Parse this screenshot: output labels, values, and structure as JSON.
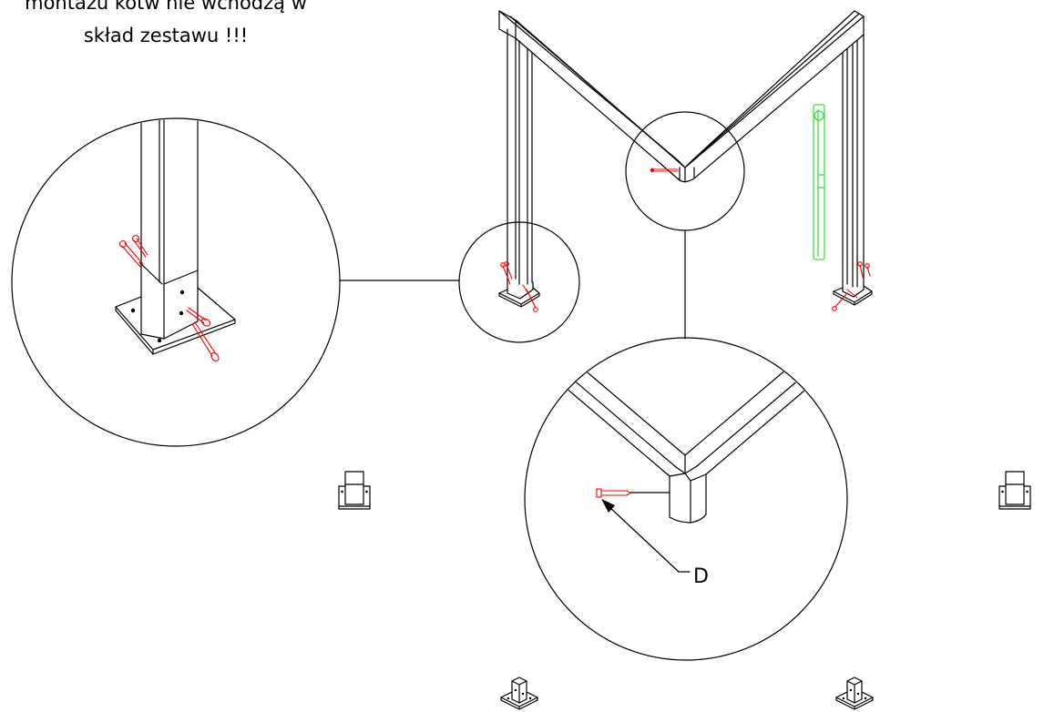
{
  "note": {
    "line1": "montażu kotw nie wchodzą w",
    "line2": "skład zestawu !!!"
  },
  "callout": {
    "label": "D"
  },
  "colors": {
    "line": "#000000",
    "bolt": "#ff0000",
    "level": "#33dd33",
    "background": "#ffffff"
  }
}
